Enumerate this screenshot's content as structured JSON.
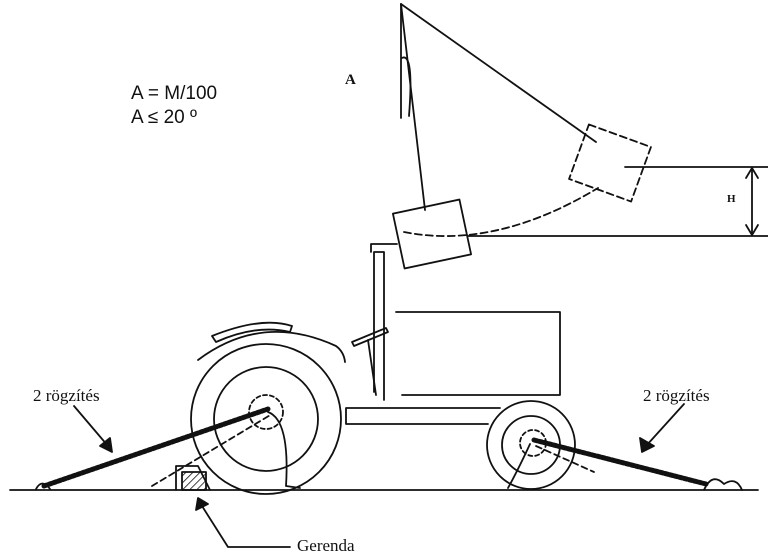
{
  "formula": {
    "line1": "A = M/100",
    "line2": "A ≤ 20 º"
  },
  "labels": {
    "angle_a": "A",
    "height_h": "H",
    "left_fixing": "2 rögzítés",
    "right_fixing": "2 rögzítés",
    "beam": "Gerenda"
  }
}
